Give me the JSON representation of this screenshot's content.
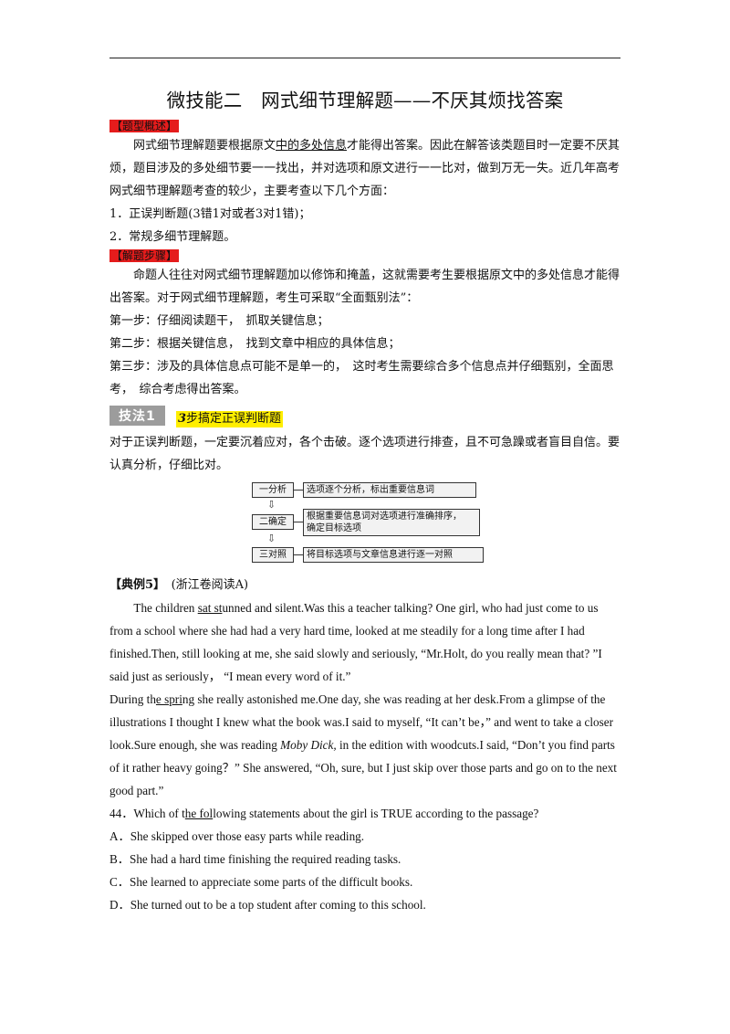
{
  "title": "微技能二　网式细节理解题——不厌其烦找答案",
  "overview": {
    "tag": "【题型概述】",
    "p1_a": "网式细节理解题要根据原文",
    "p1_u": "中的多处信息",
    "p1_b": "才能得出答案。因此在解答该类题目时一定要不厌其烦，题目涉及的多处细节要一一找出，并对选项和原文进行一一比对，做到万无一失。近几年高考网式细节理解题考查的较少，主要考查以下几个方面：",
    "item1": "1．正误判断题(3错1对或者3对1错)；",
    "item2": "2．常规多细节理解题。"
  },
  "steps": {
    "tag": "【解题步骤】",
    "p1": "命题人往往对网式细节理解题加以修饰和掩盖，这就需要考生要根据原文中的多处信息才能得出答案。对于网式细节理解题，考生可采取“全面甄别法”：",
    "s1": "第一步：仔细阅读题干，　抓取关键信息；",
    "s2": "第二步：根据关键信息，　找到文章中相应的具体信息；",
    "s3": "第三步：涉及的具体信息点可能不是单一的，　这时考生需要综合多个信息点并仔细甄别，全面思考，　综合考虑得出答案。"
  },
  "technique": {
    "badge": "技法1",
    "num": "3",
    "heading": "步搞定正误判断题",
    "desc": "对于正误判断题，一定要沉着应对，各个击破。逐个选项进行排查，且不可急躁或者盲目自信。要认真分析，仔细比对。"
  },
  "flow": {
    "step1_label": "一分析",
    "step1_text": "选项逐个分析，标出重要信息词",
    "step2_label": "二确定",
    "step2_text_1": "根据重要信息词对选项进行准确排序，",
    "step2_text_2": "确定目标选项",
    "step3_label": "三对照",
    "step3_text": "将目标选项与文章信息进行逐一对照",
    "arrow": "⇩"
  },
  "example": {
    "label": "【典例5】",
    "source": "(浙江卷阅读A)",
    "p1_a": "The children ",
    "p1_u": "sat st",
    "p1_b": "unned and silent.Was this a teacher talking? One girl, who had just come to us from a school where she had had a very hard time, looked at me steadily for a long time after I had finished.Then, still looking at me, she said slowly and seriously, “Mr.Holt, do you really mean that? ”I said just as seriously， “I mean every word of it.”",
    "p2_a": "During th",
    "p2_u": "e spri",
    "p2_b": "ng she really astonished me.One day, she was reading at her desk.From a glimpse of the illustrations I thought I knew what the book was.I said to myself, “It can’t be，” and went to take a closer look.Sure enough, she was reading ",
    "p2_i": "Moby Dick,",
    "p2_c": " in the edition with woodcuts.I said, “Don’t you find parts of it rather heavy going？” She answered, “Oh, sure, but I just skip over those parts and go on to the next good part.”",
    "q_a": "44．Which of t",
    "q_u": "he fol",
    "q_b": "lowing statements about the girl is TRUE according to the passage?",
    "optA": "A．She skipped over those easy parts while reading.",
    "optB": "B．She had a hard time finishing the required reading tasks.",
    "optC": "C．She learned to appreciate some parts of the difficult books.",
    "optD": "D．She turned out to be a top student after coming to this school."
  }
}
